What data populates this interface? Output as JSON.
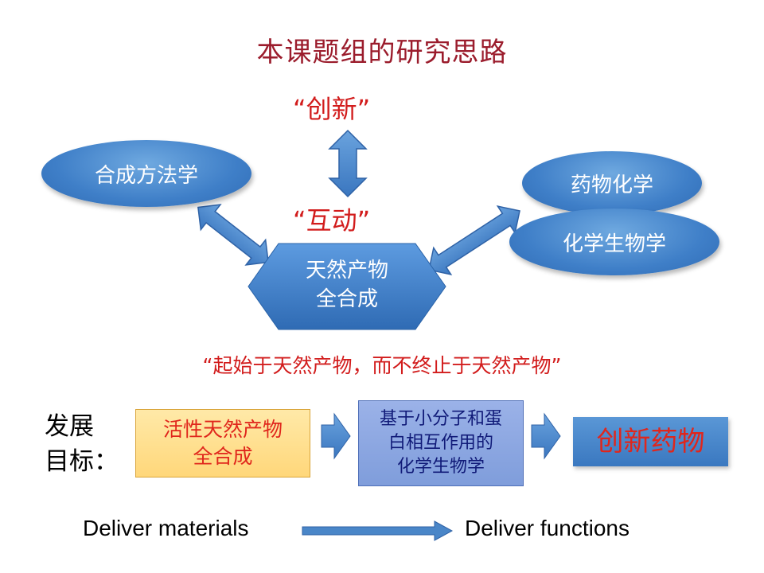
{
  "title": "本课题组的研究思路",
  "top_quote": "“创新”",
  "mid_quote": "“互动”",
  "nodes": {
    "synthesis_method": "合成方法学",
    "medicinal_chem": "药物化学",
    "chem_biology": "化学生物学",
    "center_line1": "天然产物",
    "center_line2": "全合成"
  },
  "slogan": "“起始于天然产物，而不终止于天然产物”",
  "goal": {
    "label_line1": "发展",
    "label_line2": "目标：",
    "box1_line1": "活性天然产物",
    "box1_line2": "全合成",
    "box2_line1": "基于小分子和蛋",
    "box2_line2": "白相互作用的",
    "box2_line3": "化学生物学",
    "box3": "创新药物"
  },
  "bottom": {
    "left": "Deliver materials",
    "right": "Deliver functions"
  },
  "colors": {
    "title": "#9b1c2c",
    "accent_red": "#d21c1c",
    "blue": "#3f7fc8",
    "arrow_blue": "#4a86c8"
  }
}
